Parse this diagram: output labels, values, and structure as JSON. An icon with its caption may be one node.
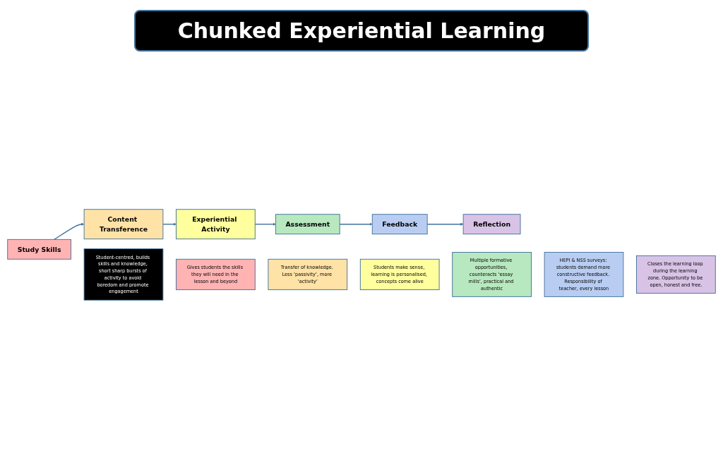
{
  "diagram": {
    "title": "Chunked Experiential Learning",
    "nodes": [
      {
        "text": [
          "Study Skills"
        ]
      },
      {
        "text": [
          "Content Transference"
        ]
      },
      {
        "text": [
          "Experiential Activity"
        ]
      },
      {
        "text": [
          "Assessment"
        ]
      },
      {
        "text": [
          "Feedback"
        ]
      },
      {
        "text": [
          "Reflection"
        ]
      },
      {
        "text": [
          "Student-centred, builds skills and knowledge, short sharp bursts of activity to avoid boredom and promote engagement"
        ]
      },
      {
        "text": [
          "Gives students the skills they will need in the lesson and beyond"
        ]
      },
      {
        "text": [
          "Transfer of knowledge. Less ‘passivity’, more ‘activity’"
        ]
      },
      {
        "text": [
          "Students make sense, learning is personalised, concepts come alive"
        ]
      },
      {
        "text": [
          "Multiple formative opportunities, counteracts ‘essay mills’, practical and authentic"
        ]
      },
      {
        "text": [
          "HEPI & NSS surveys: students demand more constructive feedback. Responsibility of teacher, every lesson"
        ]
      },
      {
        "text": [
          "Closes the learning loop during the learning zone. Opportunity to be open, honest and free."
        ]
      }
    ],
    "edges": [
      {
        "from": 0,
        "to": 1,
        "arrow": "to"
      },
      {
        "from": 1,
        "to": 2,
        "arrow": "to"
      },
      {
        "from": 2,
        "to": 3,
        "arrow": "to"
      },
      {
        "from": 3,
        "to": 4,
        "arrow": "to"
      },
      {
        "from": 4,
        "to": 5,
        "arrow": "to"
      }
    ]
  }
}
